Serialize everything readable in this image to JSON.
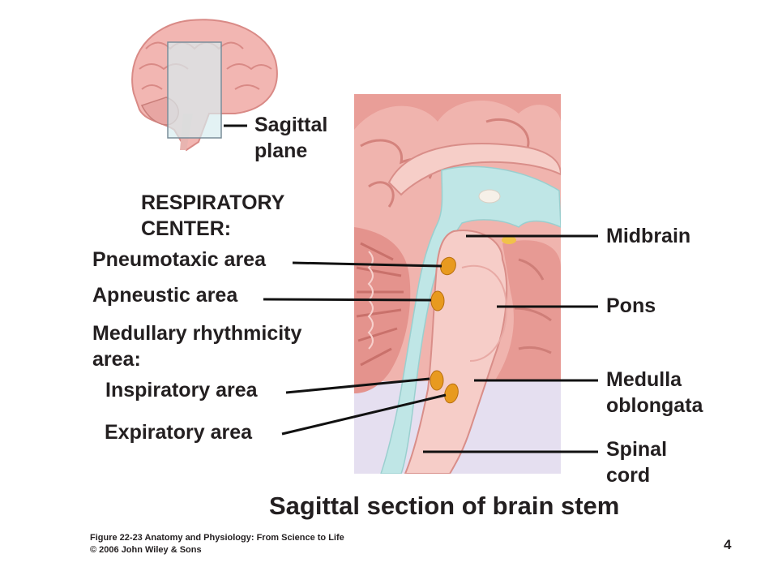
{
  "labels": {
    "sagittal_plane": [
      "Sagittal",
      "plane"
    ],
    "respiratory_center": [
      "RESPIRATORY",
      "CENTER:"
    ],
    "pneumotaxic": "Pneumotaxic area",
    "apneustic": "Apneustic area",
    "medullary": [
      "Medullary rhythmicity",
      "area:"
    ],
    "inspiratory": "Inspiratory area",
    "expiratory": "Expiratory area",
    "midbrain": "Midbrain",
    "pons": "Pons",
    "medulla": [
      "Medulla",
      "oblongata"
    ],
    "spinal_cord": [
      "Spinal",
      "cord"
    ]
  },
  "caption": "Sagittal section of brain stem",
  "credit": [
    "Figure 22-23  Anatomy and Physiology: From Science to Life",
    "© 2006 John Wiley & Sons"
  ],
  "page_number": "4",
  "colors": {
    "tissue": "#f4c2bc",
    "tissue_dark": "#e79a94",
    "csf": "#bfe6e6",
    "spinal_bg": "#e5dff0",
    "nucleus": "#e89a1f",
    "leader": "#111111"
  }
}
